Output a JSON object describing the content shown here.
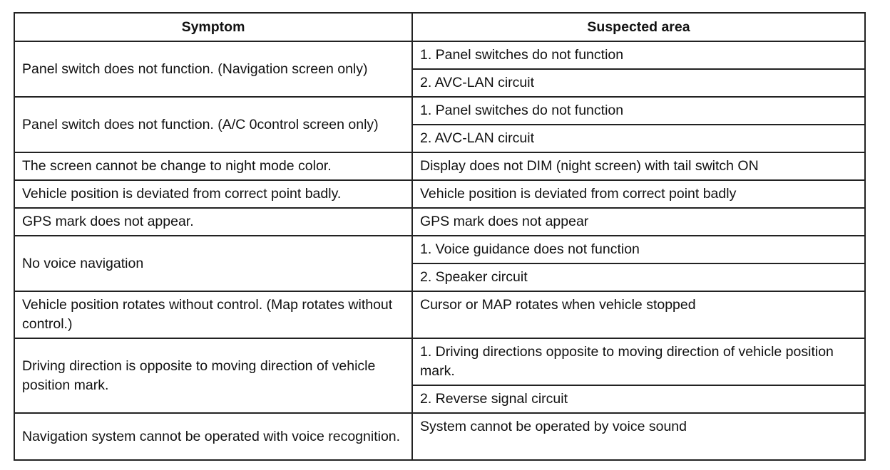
{
  "table": {
    "headers": {
      "symptom": "Symptom",
      "suspected_area": "Suspected area"
    },
    "rows": [
      {
        "symptom": "Panel switch does not function. (Navigation screen only)",
        "areas": [
          "1. Panel switches do not function",
          "2. AVC-LAN circuit"
        ]
      },
      {
        "symptom": "Panel switch does not function. (A/C 0control screen only)",
        "areas": [
          "1. Panel switches do not function",
          "2. AVC-LAN circuit"
        ]
      },
      {
        "symptom": "The screen cannot be change to night mode color.",
        "areas": [
          "Display does not DIM (night screen) with tail switch ON"
        ]
      },
      {
        "symptom": "Vehicle position is deviated from correct point badly.",
        "areas": [
          "Vehicle position is deviated from correct point badly"
        ]
      },
      {
        "symptom": "GPS mark does not appear.",
        "areas": [
          "GPS mark does not appear"
        ]
      },
      {
        "symptom": "No voice navigation",
        "areas": [
          "1. Voice guidance does not function",
          "2. Speaker circuit"
        ]
      },
      {
        "symptom": "Vehicle position rotates without control. (Map rotates without control.)",
        "areas": [
          "Cursor or MAP rotates when vehicle stopped"
        ]
      },
      {
        "symptom": "Driving direction is opposite to moving direction of vehicle position mark.",
        "areas": [
          "1. Driving directions opposite to moving direction of vehicle position mark.",
          "2. Reverse signal circuit"
        ]
      },
      {
        "symptom": "Navigation system cannot be operated with voice recognition.",
        "areas": [
          "System cannot be operated by voice sound"
        ]
      }
    ]
  }
}
